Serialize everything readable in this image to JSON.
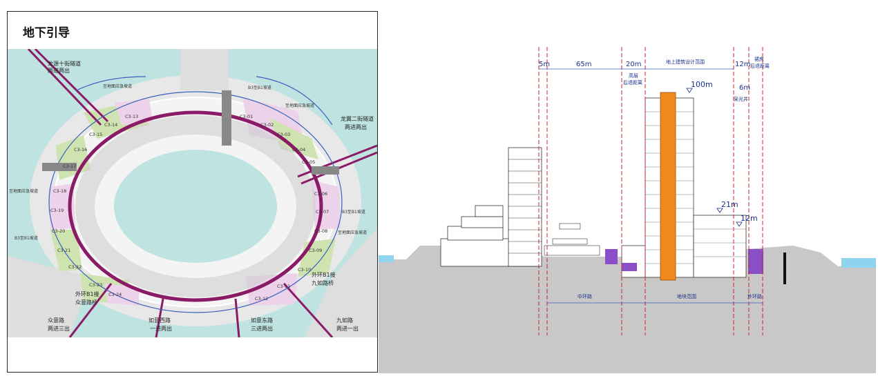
{
  "map": {
    "title": "地下引导",
    "tunnel_labels": [
      {
        "line1": "龙源十街隧道",
        "line2": "两进两出"
      },
      {
        "line1": "龙翼二街隧道",
        "line2": "两进两出"
      }
    ],
    "ramp_labels": [
      "至地面应急坡道",
      "B3至B1坡道",
      "至地面应急坡道",
      "至地面应急坡道",
      "B3至B1坡道",
      "B3至B1坡道",
      "至地面应急坡道"
    ],
    "bridge_labels": [
      {
        "line1": "外环B1接",
        "line2": "九如路桥"
      },
      {
        "line1": "外环B1接",
        "line2": "众意路桥"
      }
    ],
    "road_labels": [
      {
        "line1": "众意路",
        "line2": "两进三出"
      },
      {
        "line1": "如意西路",
        "line2": "一进两出"
      },
      {
        "line1": "如意东路",
        "line2": "三进两出"
      },
      {
        "line1": "九如路",
        "line2": "两进一出"
      }
    ],
    "plots": [
      "C3-01",
      "C3-02",
      "C3-03",
      "C3-04",
      "C3-05",
      "C3-06",
      "C3-07",
      "C3-08",
      "C3-09",
      "C3-10",
      "C3-11",
      "C3-12",
      "C3-13",
      "C3-14",
      "C3-15",
      "C3-16",
      "C3-17",
      "C3-18",
      "C3-19",
      "C3-20",
      "C3-21",
      "C3-22",
      "C3-23",
      "C3-24"
    ],
    "colors": {
      "water": "#bfe3e0",
      "ring": "#8a1b66",
      "plot_green": "#cfe3b0",
      "plot_pink": "#ecd3ea",
      "blue_line": "#3b5fbf"
    }
  },
  "section": {
    "dims_top": [
      "5m",
      "65m",
      "20m",
      "地上建筑设计范围",
      "12m"
    ],
    "dim_notes": [
      {
        "line1": "高层",
        "line2": "后退距离"
      },
      {
        "line1": "裙房",
        "line2": "后退距离"
      }
    ],
    "skylight_dim": "6m",
    "skylight_label": "采光井",
    "heights": [
      "100m",
      "21m",
      "12m"
    ],
    "bottom_labels": [
      "中环路",
      "地块范围",
      "外环路"
    ],
    "colors": {
      "ground": "#c8c8c8",
      "dim_red": "#d62020",
      "core_orange": "#f08a1c",
      "water": "#8fd3ee",
      "purple": "#8a4fc7"
    }
  }
}
